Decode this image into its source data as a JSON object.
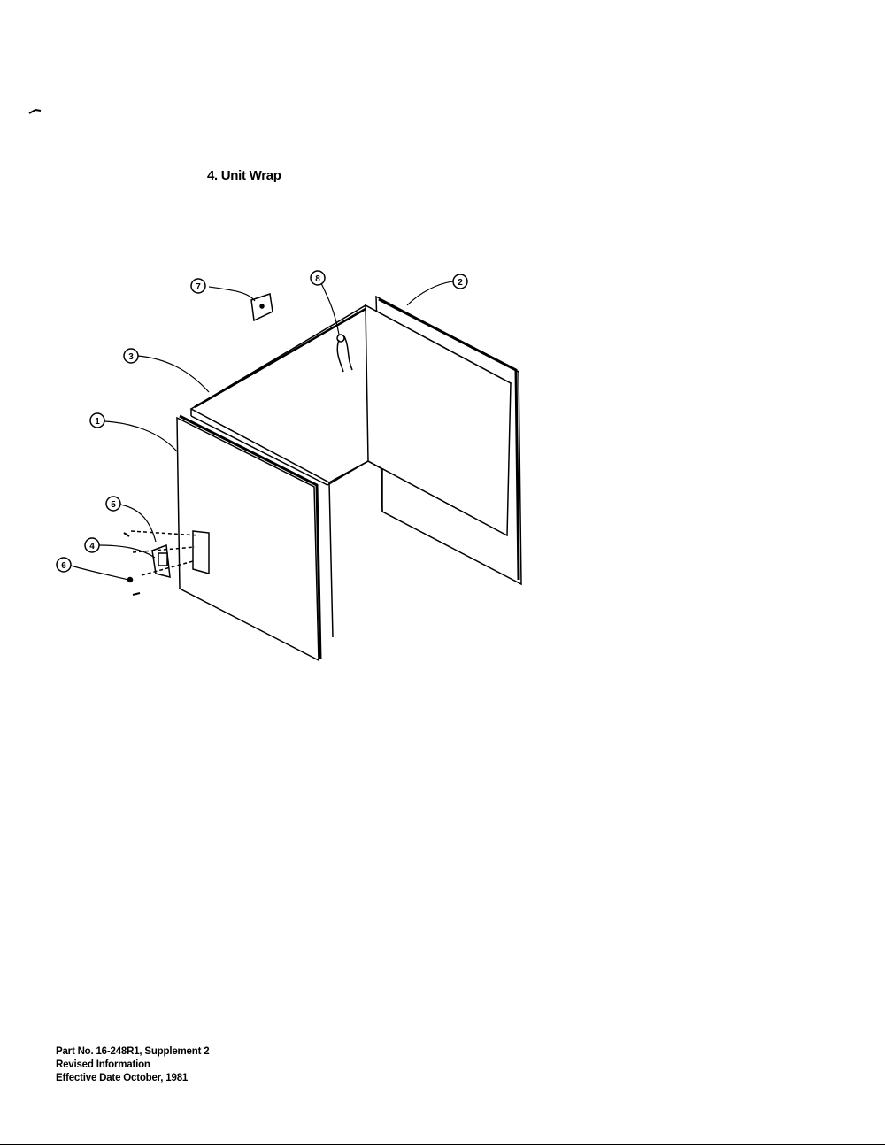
{
  "title": "4. Unit Wrap",
  "callouts": [
    "1",
    "2",
    "3",
    "4",
    "5",
    "6",
    "7",
    "8"
  ],
  "footer": {
    "line1": "Part No. 16-248R1, Supplement 2",
    "line2": "Revised Information",
    "line3": "Effective Date October, 1981"
  }
}
